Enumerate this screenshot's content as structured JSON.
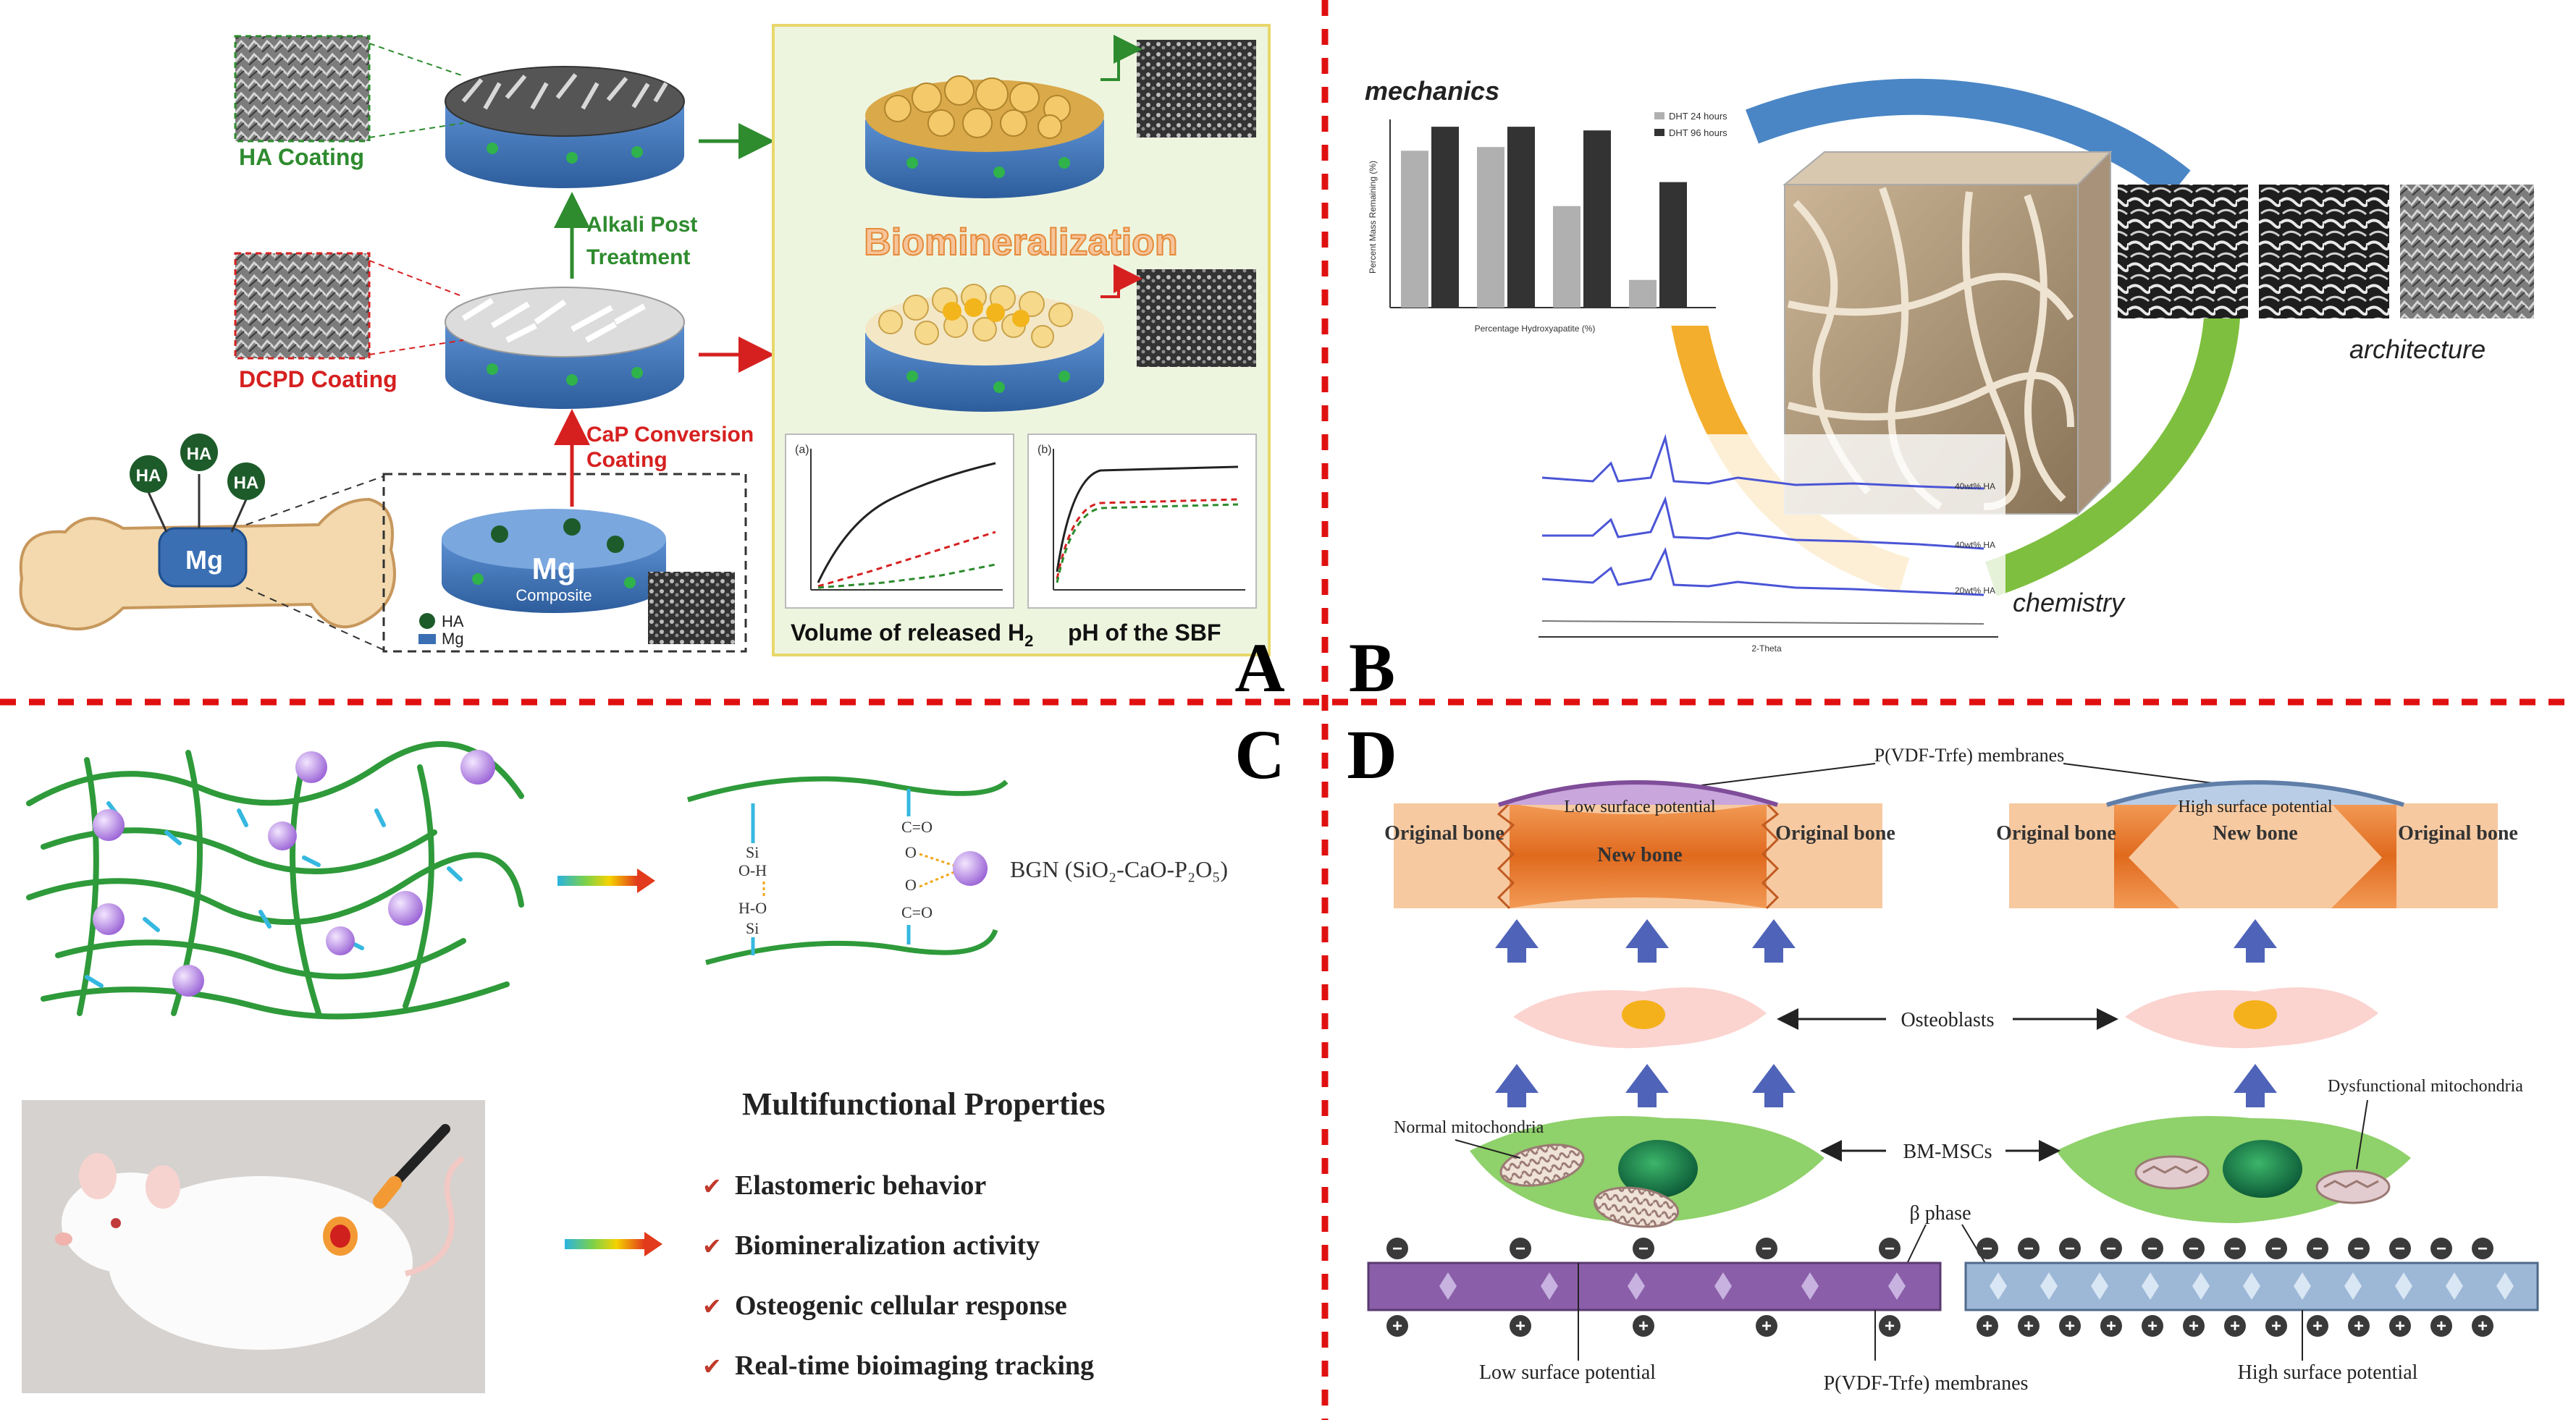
{
  "panels": {
    "a": {
      "letter": "A",
      "hybrid_ha_label": "HA",
      "mg_label": "Mg",
      "ha_coating": "HA Coating",
      "dcpd_coating": "DCPD Coating",
      "alkali_line1": "Alkali Post",
      "alkali_line2": "Treatment",
      "cap_line1": "CaP Conversion",
      "cap_line2": "Coating",
      "composite_mg": "Mg",
      "composite_label": "Composite",
      "legend_ha": "HA",
      "legend_mg": "Mg",
      "biomineralization": "Biomineralization",
      "plot_a_tag": "(a)",
      "plot_b_tag": "(b)",
      "caption_h2_pre": "Volume of released H",
      "caption_h2_sub": "2",
      "caption_ph": "pH of the SBF",
      "colors": {
        "green": "#2e8b2e",
        "red": "#d62020",
        "disc_blue": "#3a6fb3",
        "panel_bg": "#eef5df"
      }
    },
    "b": {
      "letter": "B",
      "mechanics": "mechanics",
      "architecture": "architecture",
      "chemistry": "chemistry",
      "legend_24": "DHT 24 hours",
      "legend_96": "DHT 96 hours",
      "bar_ylabel": "Percent Mass Remaining (%)",
      "bar_xlabel": "Percentage Hydroxyapatite (%)",
      "xrd_xlabel": "2-Theta",
      "xrd_labels": [
        "40wt% HA",
        "40wt% HA",
        "20wt% HA"
      ],
      "colors": {
        "arc_blue": "#4a86c5",
        "arc_green": "#7fbf3f",
        "arc_orange": "#f2a516"
      }
    },
    "c": {
      "letter": "C",
      "bgn_label": "BGN (SiO₂-CaO-P₂O₅)",
      "bond_si_top": "Si",
      "bond_oh": "O-H",
      "bond_ho": "H-O",
      "bond_si_bottom": "Si",
      "bond_co_top": "C=O",
      "bond_o_top": "O",
      "bond_o_bottom": "O",
      "bond_co_bottom": "C=O",
      "properties_title": "Multifunctional Properties",
      "properties": [
        "Elastomeric behavior",
        "Biomineralization activity",
        "Osteogenic cellular response",
        "Real-time bioimaging tracking"
      ],
      "check_mark": "✔",
      "colors": {
        "fiber": "#2e9a3a",
        "sphere": "#b98ae0",
        "check": "#c0392b"
      }
    },
    "d": {
      "letter": "D",
      "membranes_top": "P(VDF-Trfe) membranes",
      "low_surface_potential": "Low surface potential",
      "high_surface_potential": "High surface potential",
      "original_bone": "Original bone",
      "new_bone": "New bone",
      "osteoblasts": "Osteoblasts",
      "bm_mscs": "BM-MSCs",
      "normal_mito": "Normal mitochondria",
      "dysfunctional_mito": "Dysfunctional mitochondria",
      "beta_phase": "β phase",
      "membranes_bottom": "P(VDF-Trfe) membranes",
      "low_surface_potential_bottom": "Low surface potential",
      "high_surface_potential_bottom": "High surface potential",
      "minus_sign": "−",
      "plus_sign": "+",
      "colors": {
        "bone": "#f7c9a0",
        "new_bone": "#e06a1e",
        "arrow": "#4f63b8",
        "cell_pink": "#fbd3cf",
        "cell_green": "#8fd16a",
        "membrane_purple": "#8a5ea8",
        "membrane_blue": "#9db7d6"
      }
    }
  },
  "bar_chart": {
    "type": "bar",
    "series_names": [
      "DHT 24 hours",
      "DHT 96 hours"
    ],
    "series_24": [
      85,
      87,
      55,
      15
    ],
    "series_96": [
      98,
      98,
      96,
      68
    ],
    "ymax": 100
  }
}
